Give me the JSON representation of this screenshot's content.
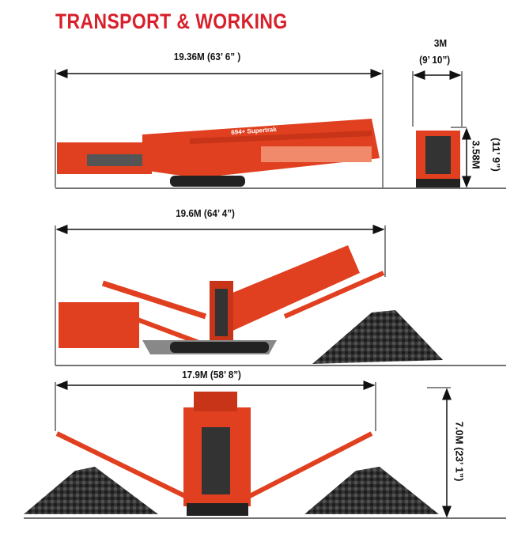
{
  "title": "TRANSPORT & WORKING",
  "transport": {
    "length_label": "19.36M (63’ 6” )",
    "width_metric": "3M",
    "width_imperial": "(9’ 10”)",
    "height_metric": "3.58M",
    "height_imperial": "(11’ 9”)",
    "machine_decal": "694+ Supertrak"
  },
  "working_side": {
    "length_label": "19.6M (64’ 4”)"
  },
  "working_front": {
    "width_label": "17.9M (58’ 8”)",
    "height_label": "7.0M (23’ 1”)"
  },
  "colors": {
    "title": "#d81f2a",
    "machine": "#e0401f",
    "pile": "#2a2a2a"
  }
}
